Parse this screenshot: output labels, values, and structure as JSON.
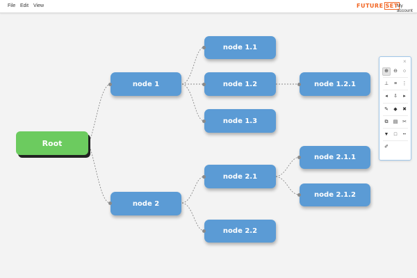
{
  "menubar": {
    "file": "File",
    "edit": "Edit",
    "view": "View",
    "brand_left": "FUTURE",
    "brand_right": "SET",
    "account": "My account"
  },
  "colors": {
    "node": "#5b9bd5",
    "root": "#6ccb5f",
    "edge": "#888888",
    "brand": "#f26522",
    "toolbox_border": "#9fc6e9"
  },
  "mindmap": {
    "root": "Root",
    "node1": "node 1",
    "node2": "node 2",
    "node1_1": "node 1.1",
    "node1_2": "node 1.2",
    "node1_3": "node 1.3",
    "node1_2_1": "node 1.2.1",
    "node2_1": "node 2.1",
    "node2_2": "node 2.2",
    "node2_1_1": "node 2.1.1",
    "node2_1_2": "node 2.1.2"
  },
  "toolbox": {
    "close_glyph": "×",
    "tools": [
      {
        "icon": "zoom-in-icon",
        "glyph": "⊕",
        "active": true
      },
      {
        "icon": "zoom-out-icon",
        "glyph": "⊖",
        "active": false
      },
      {
        "icon": "zoom-reset-icon",
        "glyph": "○",
        "active": false
      },
      {
        "icon": "align-bottom-icon",
        "glyph": "⊥",
        "active": false
      },
      {
        "icon": "align-list-icon",
        "glyph": "≡",
        "active": false
      },
      {
        "icon": "vertical-dots-icon",
        "glyph": "⋮",
        "active": false
      },
      {
        "icon": "collapse-left-icon",
        "glyph": "◂",
        "active": false
      },
      {
        "icon": "download-icon",
        "glyph": "⇩",
        "active": false
      },
      {
        "icon": "expand-right-icon",
        "glyph": "▸",
        "active": false
      },
      {
        "icon": "pencil-icon",
        "glyph": "✎",
        "active": false
      },
      {
        "icon": "brush-icon",
        "glyph": "◆",
        "active": false
      },
      {
        "icon": "delete-icon",
        "glyph": "✖",
        "active": false
      },
      {
        "icon": "copy-icon",
        "glyph": "⧉",
        "active": false
      },
      {
        "icon": "paste-icon",
        "glyph": "▤",
        "active": false
      },
      {
        "icon": "cut-icon",
        "glyph": "✂",
        "active": false
      },
      {
        "icon": "filter-icon",
        "glyph": "▼",
        "active": false
      },
      {
        "icon": "color-swatch-icon",
        "glyph": "□",
        "active": false
      },
      {
        "icon": "line-style-icon",
        "glyph": "┅",
        "active": false
      },
      {
        "icon": "attach-icon",
        "glyph": "✐",
        "active": false
      }
    ]
  }
}
